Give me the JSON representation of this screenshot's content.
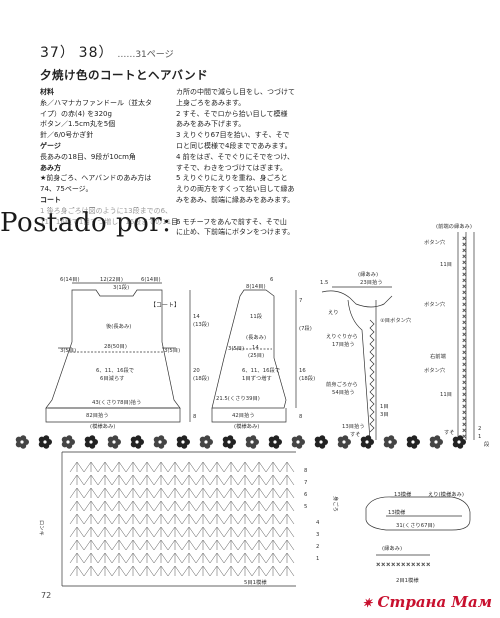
{
  "header": {
    "num1": "37",
    "num2": "38",
    "page_ref": "……31ページ"
  },
  "title": "夕焼け色のコートとヘアバンド",
  "left_column": [
    {
      "text": "材料",
      "bold": true
    },
    {
      "text": "糸／ハマナカファンドール（並太タ"
    },
    {
      "text": "イプ）の赤(4) を320g"
    },
    {
      "text": "ボタン／1.5cm丸を5個"
    },
    {
      "text": "針／6/0号かぎ針"
    },
    {
      "text": "ゲージ",
      "bold": true
    },
    {
      "text": "長あみの18目、9段が10cm角"
    },
    {
      "text": "あみ方",
      "bold": true
    },
    {
      "text": "★前身ごろ、ヘアバンドのあみ方は"
    },
    {
      "text": "74、75ページ。"
    },
    {
      "text": "コート",
      "bold": true
    },
    {
      "text": "1 後ろ身ごろは図のように13段までの6、"
    },
    {
      "text": "11、16段で1目ずつ増し、16段までの11目"
    }
  ],
  "right_column": [
    {
      "text": "カ所の中間で減らし目をし、つづけて"
    },
    {
      "text": "上身ごろをあみます。"
    },
    {
      "text": "2 すそ、そでロから拾い目して模様"
    },
    {
      "text": "あみをあみ下げます。"
    },
    {
      "text": "3 えりぐり67目を拾い、すそ、そで"
    },
    {
      "text": "ロと同じ模様で4段までであみます。"
    },
    {
      "text": "4 前をはぎ、そでぐりにそでをつけ、"
    },
    {
      "text": "すそで、わきをつづけてはぎます。"
    },
    {
      "text": "5 えりぐりにえりを重ね、身ごろと"
    },
    {
      "text": "えりの両方をすくって拾い目して縁あ"
    },
    {
      "text": "みをあみ、前端に縁あみをあみます。"
    },
    {
      "text": ""
    },
    {
      "text": "6 モチーフをあんで前すそ、そで山"
    },
    {
      "text": "に止め、下前端にボタンをつけます。"
    }
  ],
  "watermark": "Postado por:",
  "diagram": {
    "coat_label": "【コート】",
    "back_labels": {
      "top1": "6(14目)",
      "top2": "12(22目)",
      "top3": "6(14目)",
      "neck": "3(1段)",
      "center": "後(長あみ)",
      "row28": "28(50目)",
      "side_l": "3(5目)",
      "side_r": "3(5目)",
      "dec": "6、11、16段で",
      "dec2": "6目減らす",
      "hem_w": "43(くさり78目)拾う",
      "hem_b": "82目拾う",
      "hem_pat": "(模様あみ)",
      "h14": "14",
      "h14b": "(13段)",
      "h20": "20",
      "h20b": "(18段)",
      "h8": "8"
    },
    "sleeve_labels": {
      "top": "6",
      "r8": "8(14目)",
      "r11": "11段",
      "r7": "7",
      "r7b": "(7段)",
      "long": "(長あみ)",
      "r14": "14",
      "r14b": "(25目)",
      "side": "3(5目)",
      "dec": "6、11、16段で",
      "dec2": "1目ずつ増す",
      "w": "21.5(くさり39目)",
      "w2": "42目拾う",
      "h16": "16",
      "h16b": "(18段)",
      "h8": "8",
      "pat": "(模様あみ)"
    },
    "front_labels": {
      "top": "1.5",
      "yoke": "23目拾う",
      "band": "(縁あみ)",
      "collar": "えり",
      "pick": "えりぐりから",
      "pick2": "17目拾う",
      "btn": "②目ボタン穴",
      "front": "前身ごろから",
      "front2": "54目拾う",
      "r13": "13目拾う",
      "r1": "1目",
      "r3": "3目",
      "hem": "すそ"
    },
    "right_detail": {
      "top": "(前端の縁あみ)",
      "btn1": "ボタン穴",
      "r11": "11目",
      "btn2": "ボタン穴",
      "r_front": "右前端",
      "btn3": "ボタン穴",
      "r11b": "11目",
      "hem": "すそ",
      "r2": "2",
      "r1": "1",
      "dan": "段"
    },
    "chart_labels": {
      "r8": "8",
      "r7": "7",
      "r6": "6",
      "r5": "5",
      "r4": "4",
      "r3": "3",
      "r2": "2",
      "r1": "1",
      "rep": "5目1模様",
      "left_side": "ロンキ",
      "body_side": "身ごろ",
      "band1": "13模様",
      "band2": "えり(模様あみ)",
      "band3": "13模様",
      "band4": "31(くさり67目)",
      "edge": "(縁あみ)",
      "edge2": "2目1模様"
    }
  },
  "page_number": "72",
  "logo": "Страна Мам"
}
